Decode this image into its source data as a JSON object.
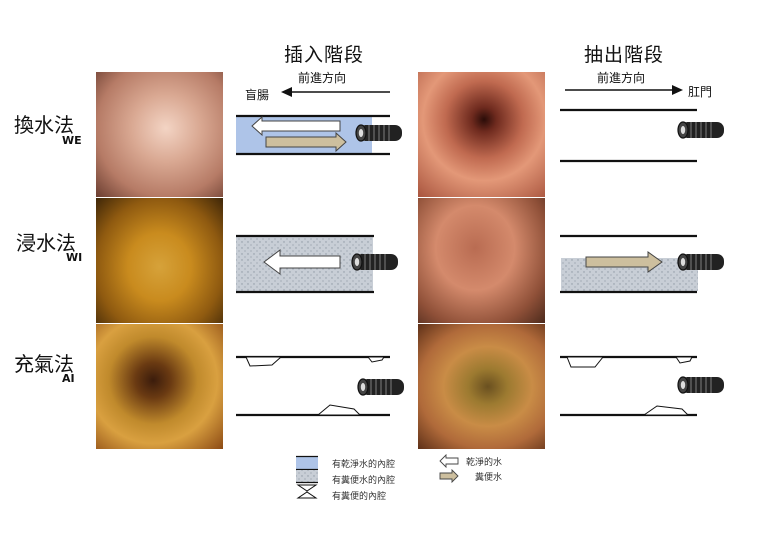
{
  "phases": {
    "insertion": {
      "title": "插入階段",
      "direction": "前進方向",
      "end_label": "盲腸"
    },
    "withdrawal": {
      "title": "抽出階段",
      "direction": "前進方向",
      "end_label": "肛門"
    }
  },
  "methods": [
    {
      "name": "換水法",
      "abbr": "WE"
    },
    {
      "name": "浸水法",
      "abbr": "WI"
    },
    {
      "name": "充氣法",
      "abbr": "AI"
    }
  ],
  "legend": {
    "clean_water_lumen": "有乾淨水的內腔",
    "dirty_water_lumen": "有糞便水的內腔",
    "stool_lumen": "有糞便的內腔",
    "clean_water": "乾淨的水",
    "dirty_water": "糞便水"
  },
  "colors": {
    "clean_water": "#aec4e8",
    "dirty_water": "#c8ced6",
    "dirty_arrow": "#cdbf9e",
    "line": "#111111"
  }
}
